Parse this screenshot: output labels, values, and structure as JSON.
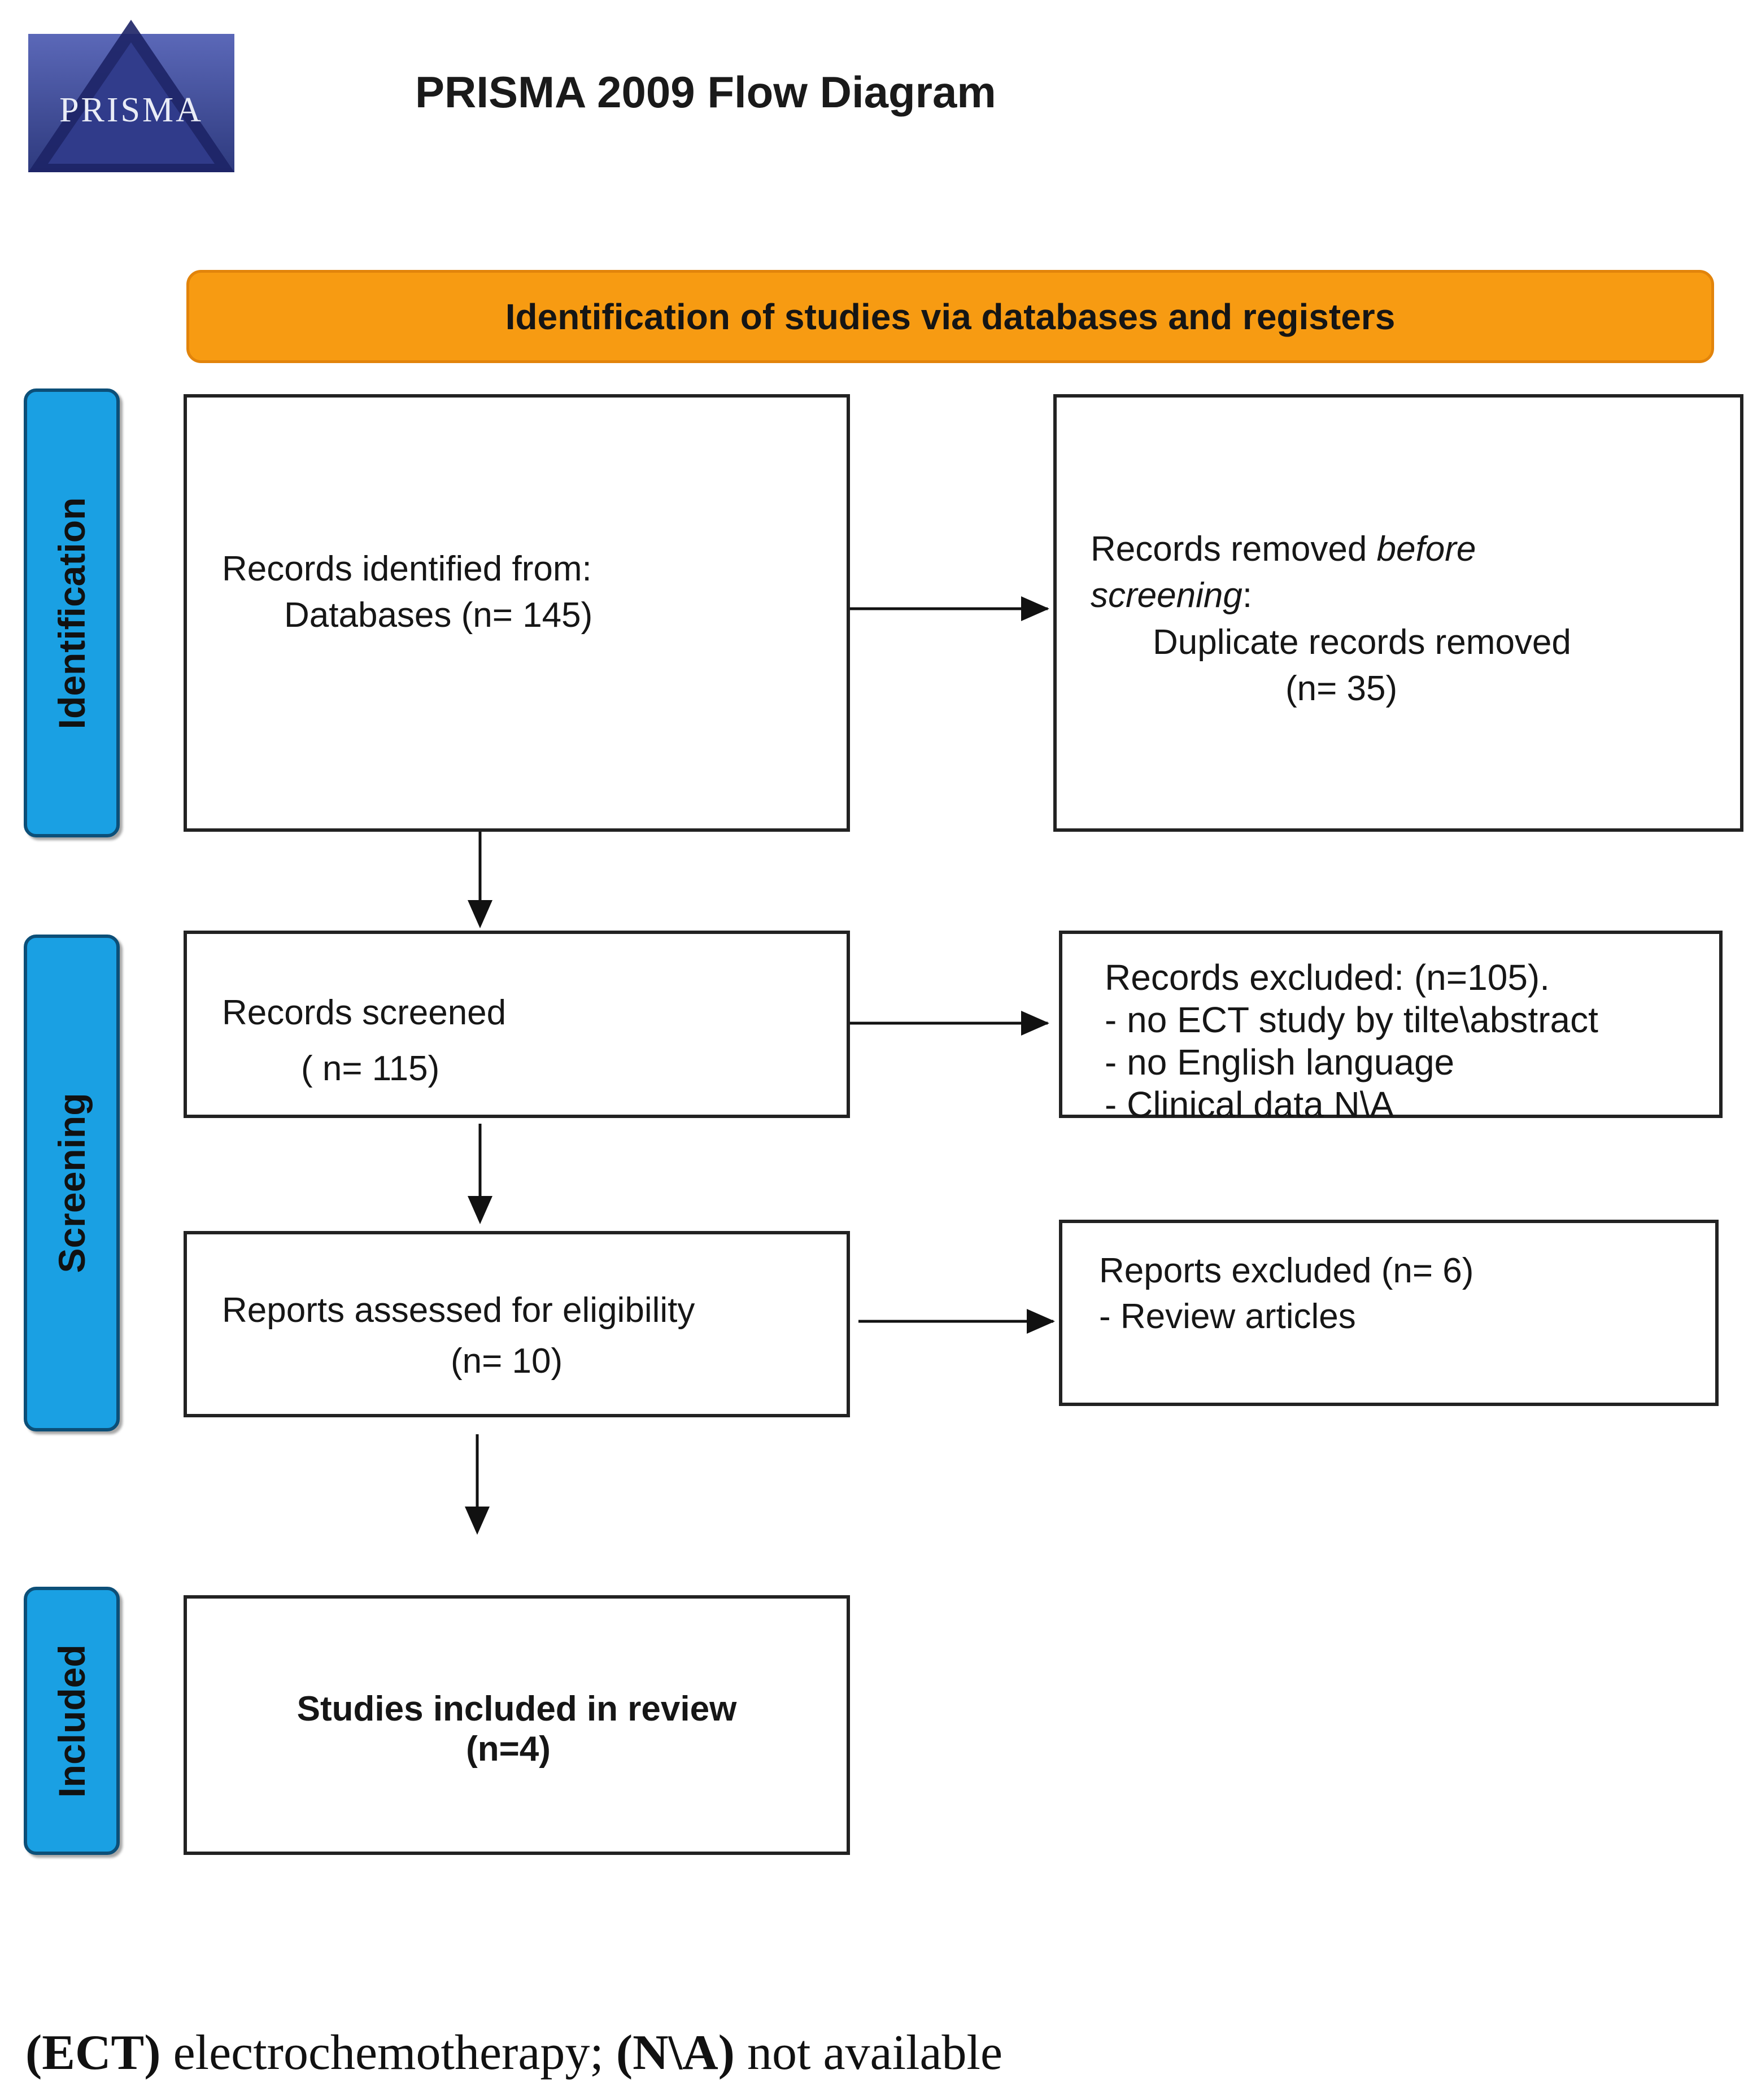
{
  "header": {
    "logo_text": "PRISMA",
    "title": "PRISMA 2009 Flow Diagram"
  },
  "banner": "Identification of studies via databases and registers",
  "stages": {
    "identification": "Identification",
    "screening": "Screening",
    "included": "Included"
  },
  "boxes": {
    "records_identified": {
      "line1": "Records identified from:",
      "line2": "Databases (n= 145)"
    },
    "records_removed": {
      "line1_pre": "Records removed ",
      "line1_em": "before",
      "line2_em": "screening",
      "line2_post": ":",
      "line3": "Duplicate records removed",
      "line4": "(n= 35)"
    },
    "records_screened": {
      "line1": "Records screened",
      "line2": "( n= 115)"
    },
    "records_excluded": {
      "line1": "Records excluded: (n=105).",
      "line2": "- no ECT study by tilte\\abstract",
      "line3": "- no English language",
      "line4": "- Clinical data N\\A"
    },
    "reports_assessed": {
      "line1": "Reports assessed for eligibility",
      "line2": "(n= 10)"
    },
    "reports_excluded": {
      "line1": "Reports excluded (n= 6)",
      "line2": "- Review articles"
    },
    "studies_included": {
      "line1": "Studies included in review",
      "line2": "(n=4)"
    }
  },
  "footnote": {
    "abbr1": "(ECT)",
    "def1": " electrochemotherapy; ",
    "abbr2": "(N\\A)",
    "def2": " not available"
  }
}
